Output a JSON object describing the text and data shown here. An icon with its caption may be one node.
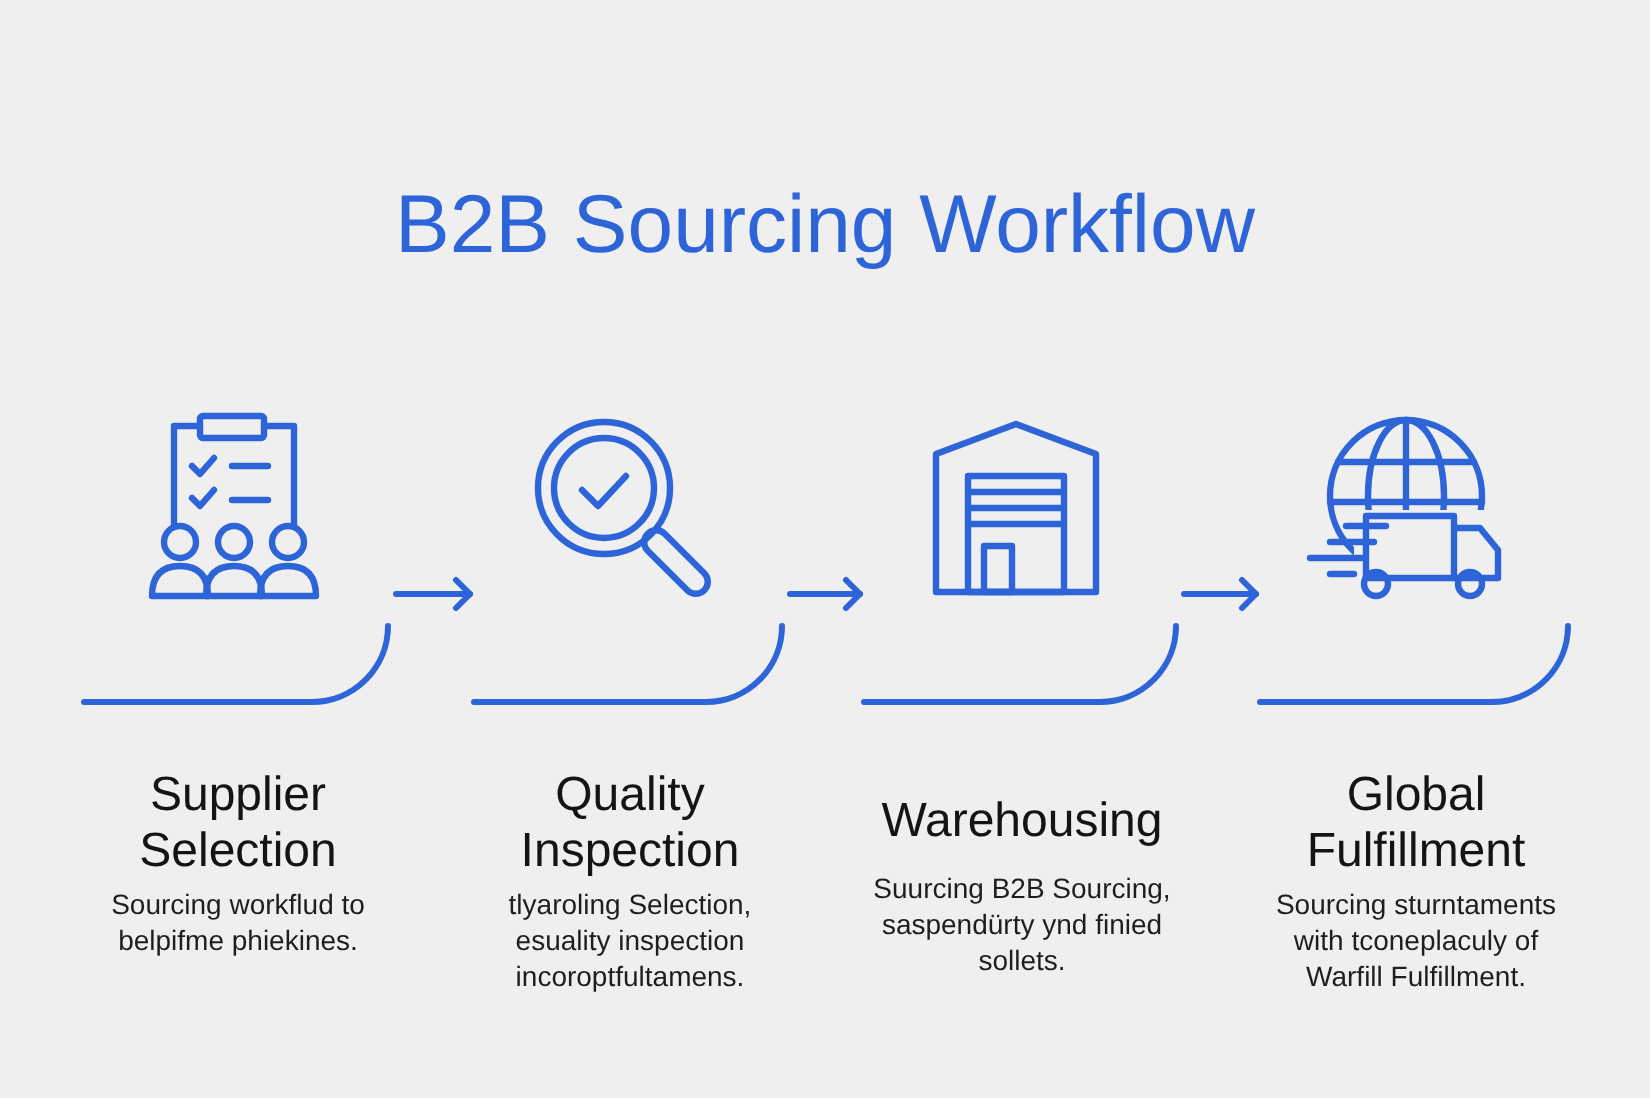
{
  "diagram": {
    "title": "B2B Sourcing Workflow",
    "nodes": [
      {
        "text": [
          "Supplier Selection",
          "Sourcing workflud to belpifme phiekines."
        ]
      },
      {
        "text": [
          "Quality Inspection",
          "tlyaroling Selection, esuality inspection incoroptfultamens."
        ]
      },
      {
        "text": [
          "Warehousing",
          "Suurcing B2B Sourcing, saspendürty ynd finied sollets."
        ]
      },
      {
        "text": [
          "Global Fulfillment",
          "Sourcing sturntaments with tconeplaculy of Warfill Fulfillment."
        ]
      }
    ],
    "edges": [
      {
        "from": 0,
        "to": 1,
        "arrow": "to"
      },
      {
        "from": 1,
        "to": 2,
        "arrow": "to"
      },
      {
        "from": 2,
        "to": 3,
        "arrow": "to"
      }
    ]
  }
}
